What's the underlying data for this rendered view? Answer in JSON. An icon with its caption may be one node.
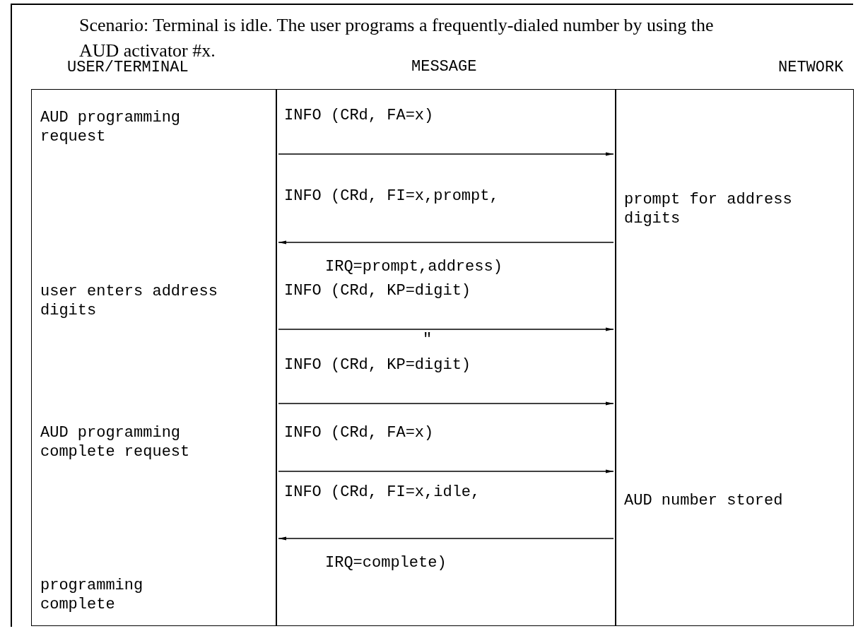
{
  "diagram": {
    "nodes": [
      {
        "text": [
          "USER/TERMINAL",
          "AUD programming request",
          "user enters address digits",
          "AUD programming complete request",
          "programming complete"
        ]
      },
      {
        "text": [
          "NETWORK",
          "prompt for address digits",
          "AUD number stored"
        ]
      }
    ],
    "edges": [
      {
        "from": 0,
        "to": 1,
        "arrow": "to",
        "label": "INFO (CRd, FA=x)"
      },
      {
        "from": 1,
        "to": 0,
        "arrow": "to",
        "label": "INFO (CRd, FI=x,prompt, IRQ=prompt,address)"
      },
      {
        "from": 0,
        "to": 1,
        "arrow": "to",
        "label": "INFO (CRd, KP=digit)"
      },
      {
        "from": 0,
        "to": 1,
        "arrow": "to",
        "label": "INFO (CRd, KP=digit)"
      },
      {
        "from": 0,
        "to": 1,
        "arrow": "to",
        "label": "INFO (CRd, FA=x)"
      },
      {
        "from": 1,
        "to": 0,
        "arrow": "to",
        "label": "INFO (CRd, FI=x,idle, IRQ=complete)"
      }
    ],
    "labels": [
      "Scenario: Terminal is idle. The user programs a frequently-dialed number by using the AUD activator #x.",
      "MESSAGE",
      "\""
    ]
  }
}
